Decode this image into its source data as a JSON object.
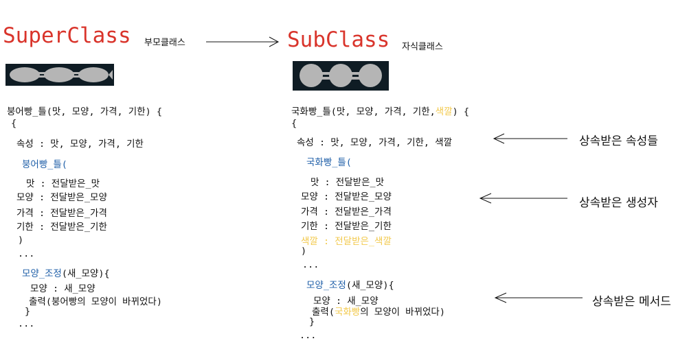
{
  "superclass": {
    "title": "SuperClass",
    "subtitle": "부모클래스",
    "code": {
      "decl": "붕어빵_틀(맛, 모양, 가격, 기한) {",
      "open": "{",
      "attrs": "속성 : 맛, 모양, 가격, 기한",
      "ctor": "붕어빵_틀(",
      "line1": "맛 : 전달받은_맛",
      "line2": "모양 : 전달받은_모양",
      "line3": "가격 : 전달받은_가격",
      "line4": "기한 : 전달받은_기한",
      "close_paren": ")",
      "dots1": "...",
      "method_name": "모양_조정",
      "method_args": "(새_모양){",
      "m_line1": "모양 : 새_모양",
      "m_line2": "출력(붕어빵의 모양이 바뀌었다)",
      "close_brace": "}",
      "dots2": "..."
    }
  },
  "subclass": {
    "title": "SubClass",
    "subtitle": "자식클래스",
    "code": {
      "decl_a": "국화빵_틀(맛, 모양, 가격, 기한,",
      "decl_color": "색깔",
      "decl_b": ") {",
      "open": "{",
      "attrs": "속성 : 맛, 모양, 가격, 기한, 색깔",
      "ctor": "국화빵_틀(",
      "line1": "맛 : 전달받은_맛",
      "line2": "모양 : 전달받은_모양",
      "line3": "가격 : 전달받은_가격",
      "line4": "기한 : 전달받은_기한",
      "line5": "색깔 : 전달받은_색깔",
      "close_paren": ")",
      "dots1": "...",
      "method_name": "모양_조정",
      "method_args": "(새_모양){",
      "m_line1": "모양 : 새_모양",
      "m_line2_a": "출력(",
      "m_line2_color": "국화빵",
      "m_line2_b": "의 모양이 바뀌었다)",
      "close_brace": "}",
      "dots2": "..."
    }
  },
  "annotations": {
    "inherited_attrs": "상속받은 속성들",
    "inherited_ctor": "상속받은 생성자",
    "inherited_method": "상속받은 메서드"
  },
  "colors": {
    "title_red": "#d9342b",
    "method_blue": "#1f5fa8",
    "highlight_yellow": "#f2c94c",
    "image_bg": "#0f1c24",
    "silhouette": "#b5b5b5"
  }
}
